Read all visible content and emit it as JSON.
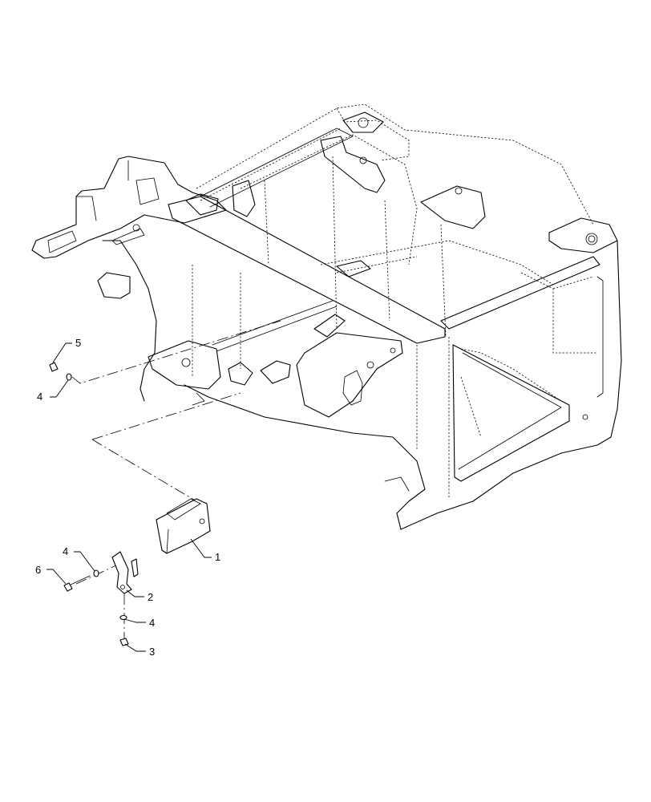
{
  "callouts": {
    "c1": "1",
    "c2": "2",
    "c3": "3",
    "c4_top": "4",
    "c4_mid": "4",
    "c4_low": "4",
    "c5": "5",
    "c6": "6"
  }
}
